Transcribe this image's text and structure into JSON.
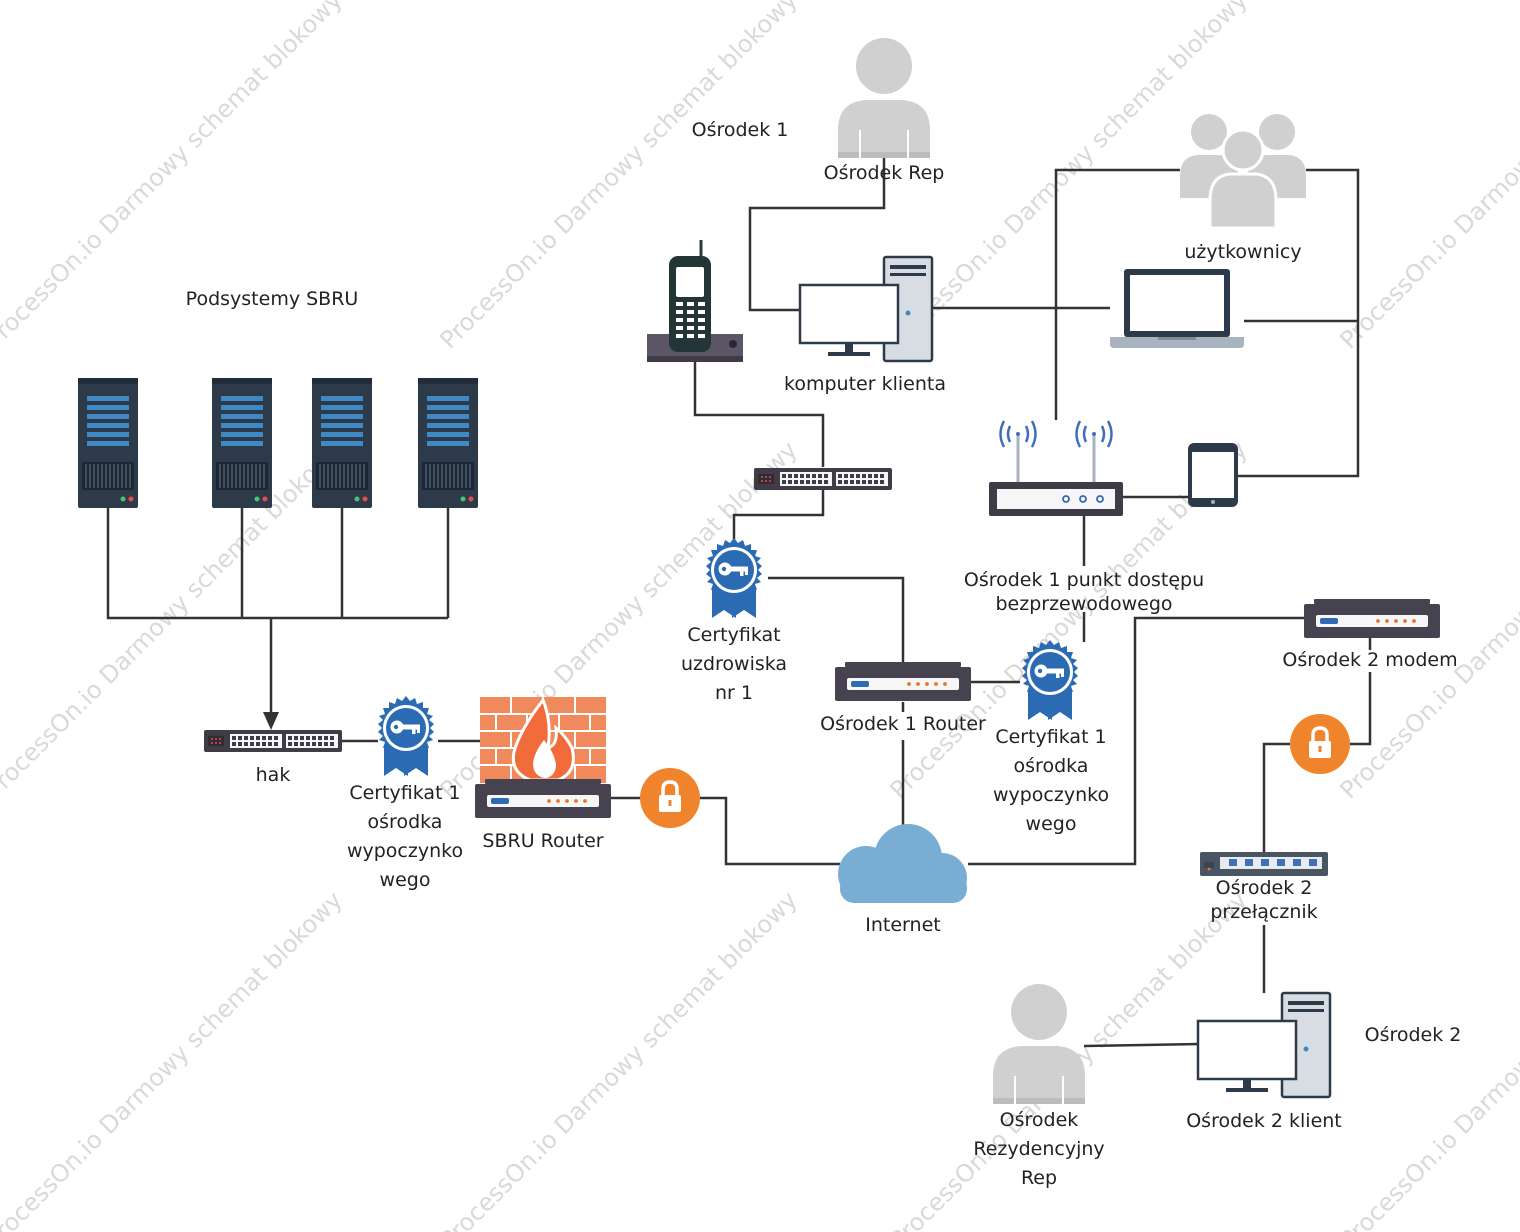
{
  "watermark": "ProcessOn.io Darmowy schemat blokowy",
  "colors": {
    "line": "#333333",
    "person": "#d0d0d0",
    "server_body": "#2d3a4a",
    "server_slot": "#3f89c4",
    "lock": "#f0842c",
    "firewall": "#f08a5d",
    "cloud": "#7aadd3",
    "certificate": "#2a6bb3",
    "router": "#464250"
  },
  "icons": [
    "server-icon",
    "switch-icon",
    "certificate-icon",
    "firewall-icon",
    "router-icon",
    "lock-icon",
    "cloud-icon",
    "person-icon",
    "users-group-icon",
    "desktop-computer-icon",
    "cordless-phone-icon",
    "laptop-icon",
    "wireless-access-point-icon",
    "tablet-icon",
    "modem-icon"
  ],
  "labels": {
    "sbru_subsystems": "Podsystemy SBRU",
    "hub": "hak",
    "certificate_sbru": "Certyfikat 1 ośrodka wypoczynko wego",
    "sbru_router": "SBRU Router",
    "internet": "Internet",
    "site1": "Ośrodek 1",
    "site1_rep": "Ośrodek Rep",
    "client_computer": "komputer klienta",
    "users": "użytkownicy",
    "spa_certificate": "Certyfikat uzdrowiska nr 1",
    "site1_router": "Ośrodek 1 Router",
    "site1_certificate": "Certyfikat 1 ośrodka wypoczynko wego",
    "site1_wap": "Ośrodek 1 punkt dostępu bezprzewodowego",
    "site2_modem": "Ośrodek 2 modem",
    "site2_switch": "Ośrodek 2 przełącznik",
    "site2": "Ośrodek 2",
    "site2_client": "Ośrodek 2 klient",
    "site2_rep": "Ośrodek Rezydencyjny Rep"
  }
}
